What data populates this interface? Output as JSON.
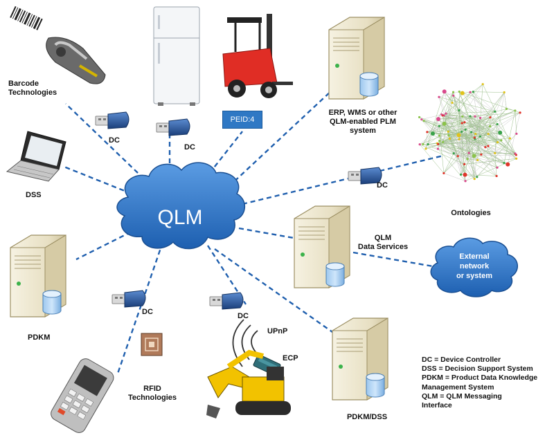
{
  "hub": {
    "label": "QLM"
  },
  "nodes": {
    "barcode": "Barcode\nTechnologies",
    "dss": "DSS",
    "pdkm": "PDKM",
    "rfid": "RFID\nTechnologies",
    "erp": "ERP, WMS or other\nQLM-enabled PLM\nsystem",
    "ontologies": "Ontologies",
    "qlm_data_services": "QLM\nData Services",
    "external": "External\nnetwork\nor system",
    "pdkm_dss": "PDKM/DSS",
    "upnp": "UPnP",
    "ecp": "ECP"
  },
  "badges": {
    "peid": "PEID:4"
  },
  "dc_labels": [
    "DC",
    "DC",
    "DC",
    "DC",
    "DC"
  ],
  "legend": [
    "DC = Device Controller",
    "DSS = Decision Support System",
    "PDKM = Product Data Knowledge",
    "Management System",
    "QLM = QLM Messaging",
    "Interface"
  ],
  "colors": {
    "cloud": "#2f73c6",
    "link": "#1f5fae",
    "server_body": "#ece6cf"
  }
}
